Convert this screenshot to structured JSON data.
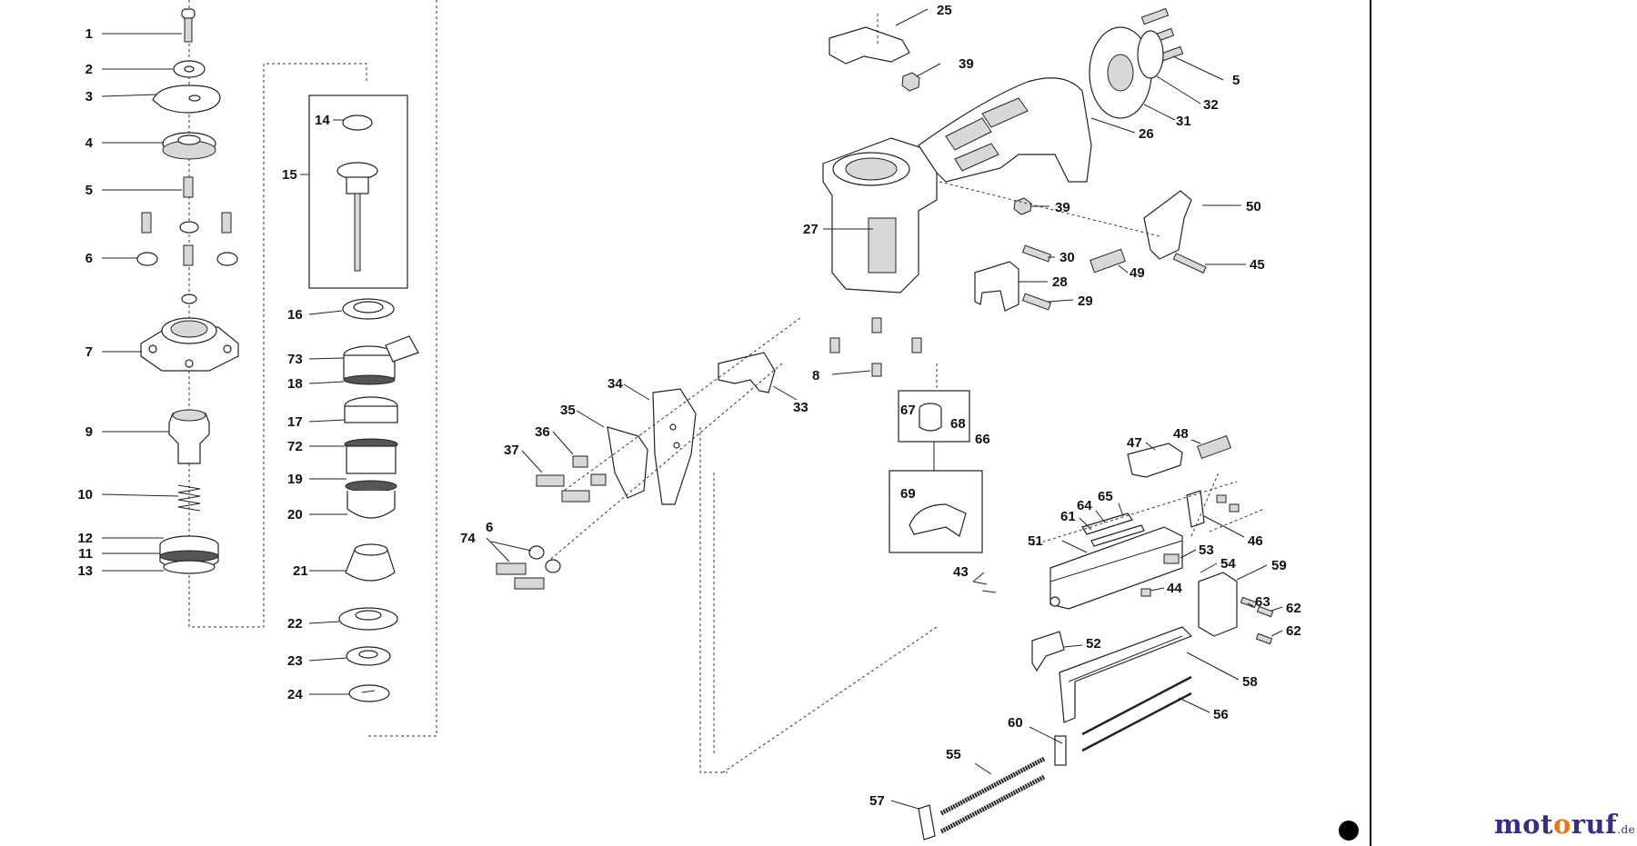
{
  "callouts": [
    {
      "id": "c1",
      "label": "1"
    },
    {
      "id": "c2",
      "label": "2"
    },
    {
      "id": "c3",
      "label": "3"
    },
    {
      "id": "c4",
      "label": "4"
    },
    {
      "id": "c5a",
      "label": "5"
    },
    {
      "id": "c6a",
      "label": "6"
    },
    {
      "id": "c7",
      "label": "7"
    },
    {
      "id": "c9",
      "label": "9"
    },
    {
      "id": "c10",
      "label": "10"
    },
    {
      "id": "c12",
      "label": "12"
    },
    {
      "id": "c11",
      "label": "11"
    },
    {
      "id": "c13",
      "label": "13"
    },
    {
      "id": "c14",
      "label": "14"
    },
    {
      "id": "c15",
      "label": "15"
    },
    {
      "id": "c16",
      "label": "16"
    },
    {
      "id": "c73",
      "label": "73"
    },
    {
      "id": "c18",
      "label": "18"
    },
    {
      "id": "c17",
      "label": "17"
    },
    {
      "id": "c72",
      "label": "72"
    },
    {
      "id": "c19",
      "label": "19"
    },
    {
      "id": "c20",
      "label": "20"
    },
    {
      "id": "c21",
      "label": "21"
    },
    {
      "id": "c22",
      "label": "22"
    },
    {
      "id": "c23",
      "label": "23"
    },
    {
      "id": "c24",
      "label": "24"
    },
    {
      "id": "c25",
      "label": "25"
    },
    {
      "id": "c39a",
      "label": "39"
    },
    {
      "id": "c5b",
      "label": "5"
    },
    {
      "id": "c32",
      "label": "32"
    },
    {
      "id": "c31",
      "label": "31"
    },
    {
      "id": "c26",
      "label": "26"
    },
    {
      "id": "c39b",
      "label": "39"
    },
    {
      "id": "c50",
      "label": "50"
    },
    {
      "id": "c27",
      "label": "27"
    },
    {
      "id": "c30",
      "label": "30"
    },
    {
      "id": "c28",
      "label": "28"
    },
    {
      "id": "c49",
      "label": "49"
    },
    {
      "id": "c45",
      "label": "45"
    },
    {
      "id": "c29",
      "label": "29"
    },
    {
      "id": "c8",
      "label": "8"
    },
    {
      "id": "c34",
      "label": "34"
    },
    {
      "id": "c33",
      "label": "33"
    },
    {
      "id": "c35",
      "label": "35"
    },
    {
      "id": "c36",
      "label": "36"
    },
    {
      "id": "c37",
      "label": "37"
    },
    {
      "id": "c67",
      "label": "67"
    },
    {
      "id": "c68",
      "label": "68"
    },
    {
      "id": "c66",
      "label": "66"
    },
    {
      "id": "c47",
      "label": "47"
    },
    {
      "id": "c48",
      "label": "48"
    },
    {
      "id": "c69",
      "label": "69"
    },
    {
      "id": "c65",
      "label": "65"
    },
    {
      "id": "c64",
      "label": "64"
    },
    {
      "id": "c61",
      "label": "61"
    },
    {
      "id": "c51",
      "label": "51"
    },
    {
      "id": "c46",
      "label": "46"
    },
    {
      "id": "c6b",
      "label": "6"
    },
    {
      "id": "c74",
      "label": "74"
    },
    {
      "id": "c53",
      "label": "53"
    },
    {
      "id": "c54",
      "label": "54"
    },
    {
      "id": "c59",
      "label": "59"
    },
    {
      "id": "c43",
      "label": "43"
    },
    {
      "id": "c44",
      "label": "44"
    },
    {
      "id": "c63",
      "label": "63"
    },
    {
      "id": "c62a",
      "label": "62"
    },
    {
      "id": "c62b",
      "label": "62"
    },
    {
      "id": "c52",
      "label": "52"
    },
    {
      "id": "c58",
      "label": "58"
    },
    {
      "id": "c60",
      "label": "60"
    },
    {
      "id": "c56",
      "label": "56"
    },
    {
      "id": "c55",
      "label": "55"
    },
    {
      "id": "c57",
      "label": "57"
    }
  ],
  "logo": {
    "prefix": "mot",
    "o": "o",
    "suffix": "ruf",
    "tld": ".de"
  }
}
